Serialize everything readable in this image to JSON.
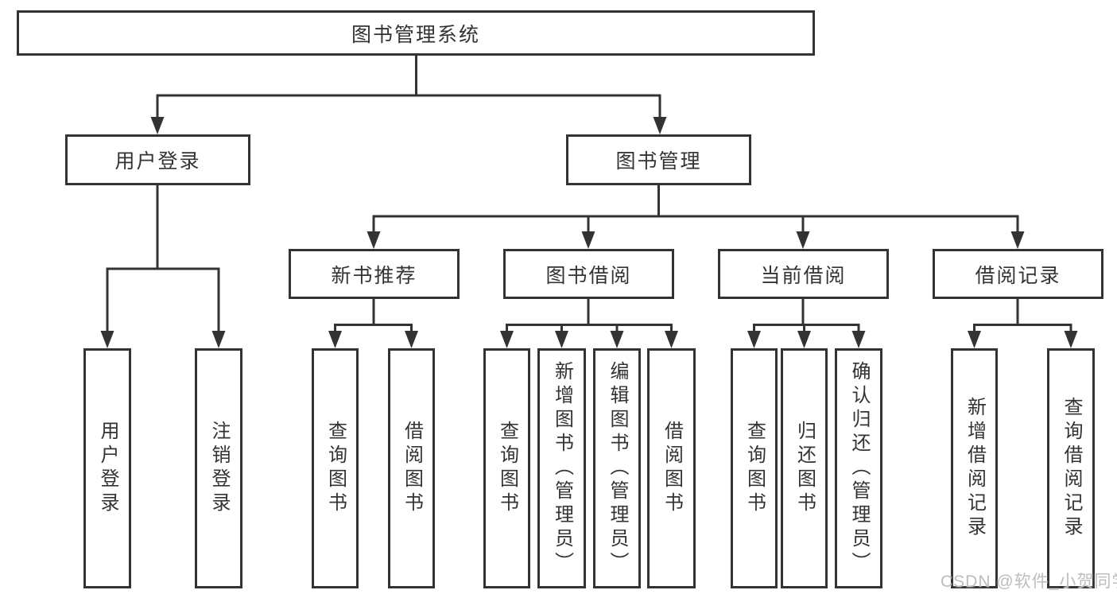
{
  "diagram": {
    "root": {
      "label": "图书管理系统"
    },
    "level1": [
      {
        "label": "用户登录"
      },
      {
        "label": "图书管理"
      }
    ],
    "level2": [
      {
        "label": "新书推荐",
        "parent": "图书管理"
      },
      {
        "label": "图书借阅",
        "parent": "图书管理"
      },
      {
        "label": "当前借阅",
        "parent": "图书管理"
      },
      {
        "label": "借阅记录",
        "parent": "图书管理"
      }
    ],
    "leaves": [
      {
        "label": "用户登录",
        "parent": "用户登录"
      },
      {
        "label": "注销登录",
        "parent": "用户登录"
      },
      {
        "label": "查询图书",
        "parent": "新书推荐"
      },
      {
        "label": "借阅图书",
        "parent": "新书推荐"
      },
      {
        "label": "查询图书",
        "parent": "图书借阅"
      },
      {
        "label": "新增图书（管理员）",
        "parent": "图书借阅"
      },
      {
        "label": "编辑图书（管理员）",
        "parent": "图书借阅"
      },
      {
        "label": "借阅图书",
        "parent": "图书借阅"
      },
      {
        "label": "查询图书",
        "parent": "当前借阅"
      },
      {
        "label": "归还图书",
        "parent": "当前借阅"
      },
      {
        "label": "确认归还（管理员）",
        "parent": "当前借阅"
      },
      {
        "label": "新增借阅记录",
        "parent": "借阅记录"
      },
      {
        "label": "查询借阅记录",
        "parent": "借阅记录"
      }
    ]
  },
  "watermark": {
    "text": "CSDN @软件_小贺同学"
  },
  "colors": {
    "line": "#333333",
    "text": "#333333",
    "box_background": "#ffffff",
    "page_background": "#ffffff",
    "watermark": "#bdbdbd"
  }
}
